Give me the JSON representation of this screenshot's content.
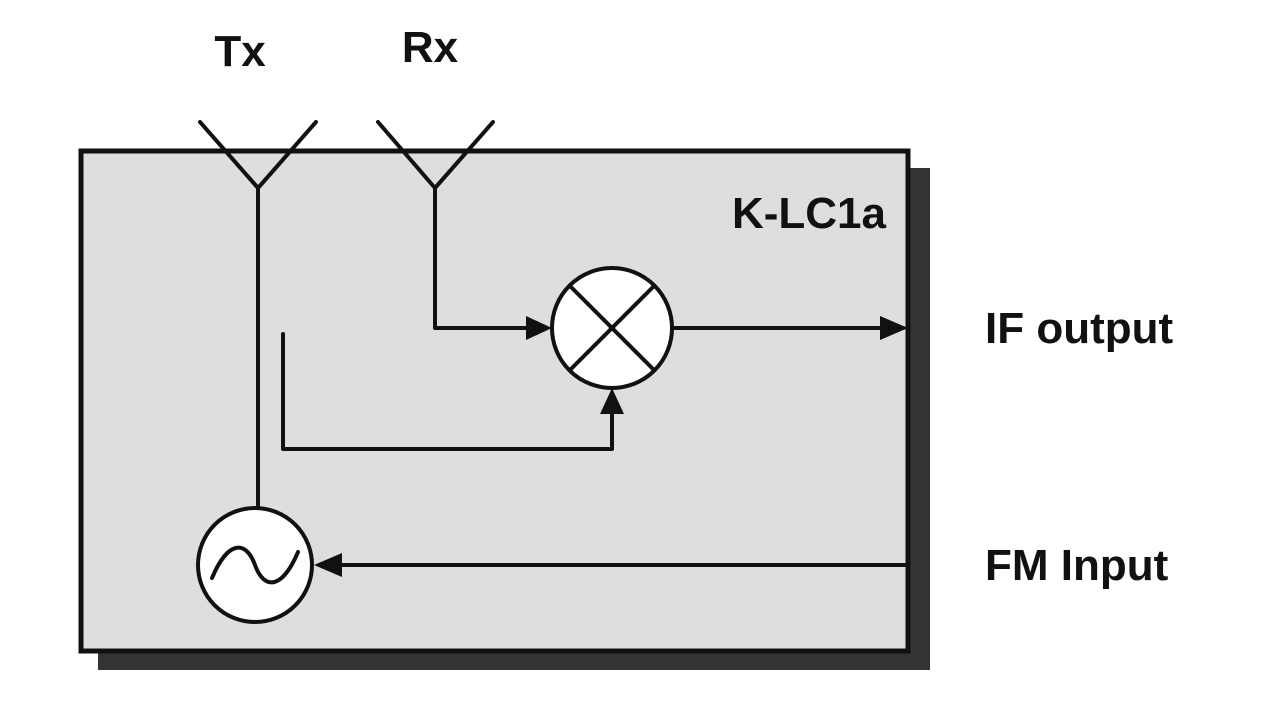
{
  "labels": {
    "tx": "Tx",
    "rx": "Rx",
    "module": "K-LC1a",
    "if_output": "IF output",
    "fm_input": "FM Input"
  },
  "colors": {
    "box_fill": "#dedede",
    "box_shadow": "#333333",
    "stroke": "#111111",
    "background": "#ffffff"
  },
  "icons": {
    "mixer": "mixer-x-circle-icon",
    "oscillator": "oscillator-sine-circle-icon",
    "antenna": "antenna-y-icon"
  }
}
